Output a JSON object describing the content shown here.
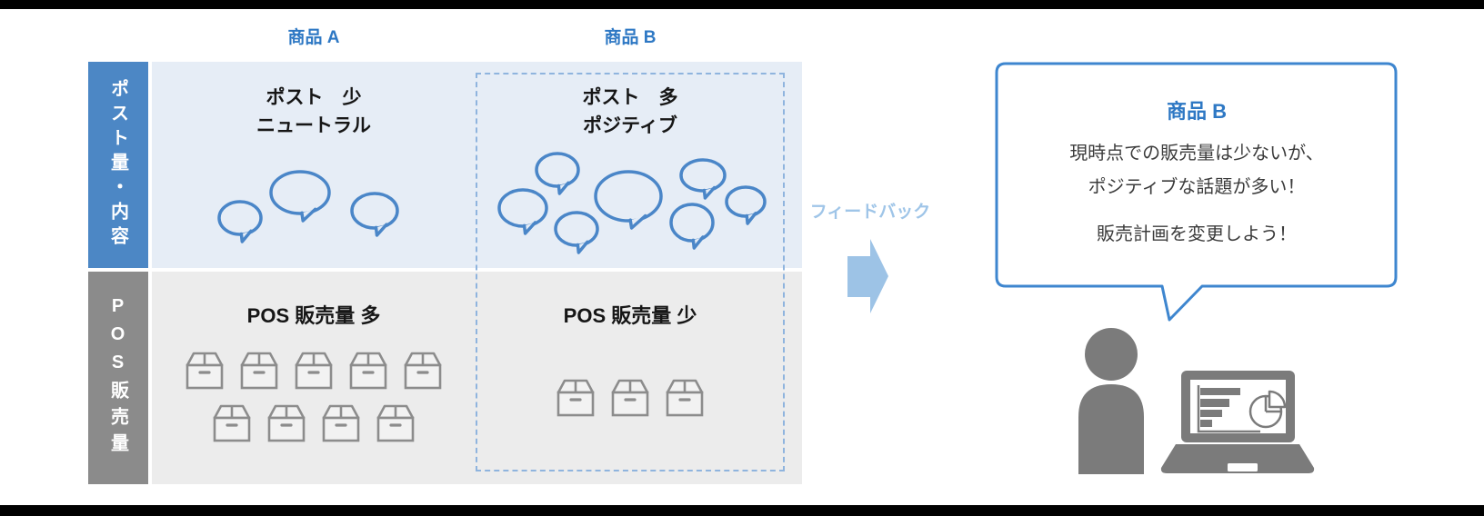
{
  "colors": {
    "accent_blue": "#2e78c4",
    "post_row_header_bg": "#4c87c5",
    "pos_row_header_bg": "#8b8b8b",
    "post_row_bg": "#e6edf6",
    "pos_row_bg": "#ececec",
    "bubble_stroke": "#4a86c8",
    "feedback_light_blue": "#9dc3e6",
    "callout_border": "#3e86cf",
    "icon_gray": "#7b7b7b",
    "box_icon_gray": "#8c8c8c",
    "letterbox": "#000000"
  },
  "matrix": {
    "columns": [
      {
        "label": "商品 A"
      },
      {
        "label": "商品 B"
      }
    ],
    "row_headers": [
      {
        "label": "ポスト量・内容"
      },
      {
        "label": "POS販売量"
      }
    ],
    "cells": {
      "post_a": {
        "title": "ポスト　少",
        "subtitle": "ニュートラル",
        "bubble_count": 3
      },
      "post_b": {
        "title": "ポスト　多",
        "subtitle": "ポジティブ",
        "bubble_count": 7
      },
      "pos_a": {
        "title": "POS 販売量 多",
        "box_count": 9,
        "box_rows": [
          5,
          4
        ]
      },
      "pos_b": {
        "title": "POS 販売量 少",
        "box_count": 3,
        "box_rows": [
          3
        ]
      }
    },
    "highlighted_column": "商品 B"
  },
  "feedback": {
    "label": "フィードバック"
  },
  "callout": {
    "title": "商品 B",
    "lines": [
      "現時点での販売量は少ないが、",
      "ポジティブな話題が多い！",
      "販売計画を変更しよう！"
    ]
  },
  "icons": {
    "speech_bubble": "speech-bubble-icon",
    "package_box": "package-box-icon",
    "person": "person-icon",
    "laptop_chart": "laptop-chart-icon",
    "feedback_arrow": "arrow-right-icon"
  }
}
